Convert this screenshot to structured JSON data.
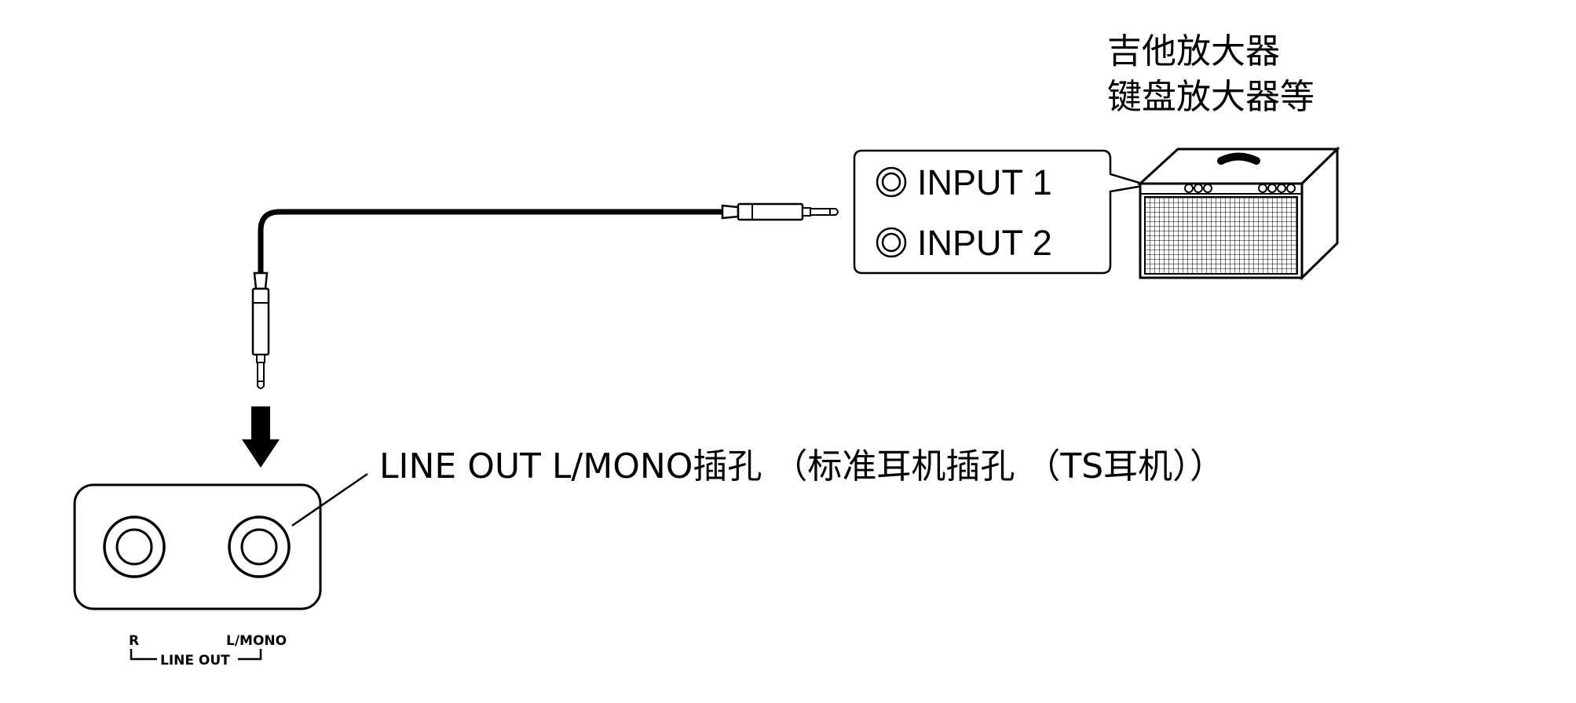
{
  "amplifier_caption": {
    "line1": "吉他放大器",
    "line2": "键盘放大器等"
  },
  "amp_inputs": [
    "INPUT 1",
    "INPUT 2"
  ],
  "jack_caption": "LINE OUT L/MONO插孔 （标准耳机插孔 （TS耳机））",
  "panel_labels": {
    "r": "R",
    "l_mono": "L/MONO",
    "line_out": "LINE OUT"
  },
  "colors": {
    "line": "#000000",
    "background": "#ffffff"
  }
}
